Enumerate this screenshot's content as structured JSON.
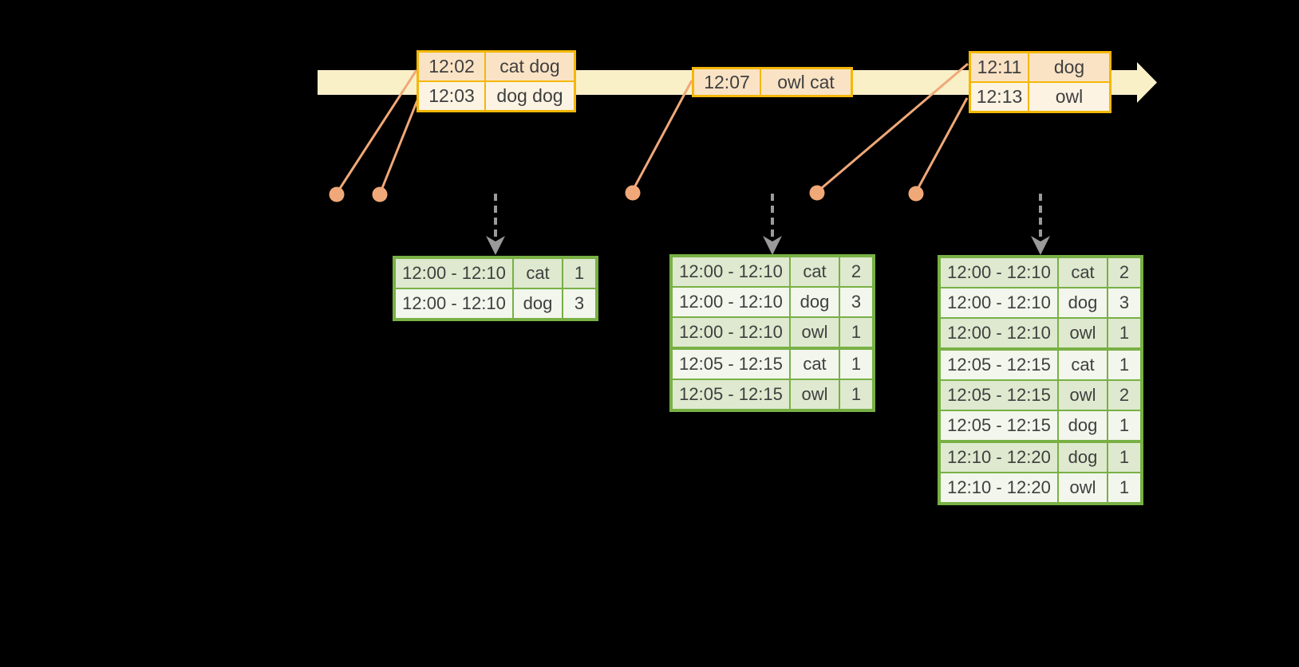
{
  "diagram": {
    "kind": "windowed-grouped-aggregation-timeline",
    "colors": {
      "background": "#000000",
      "timeline_band": "#FAF0C8",
      "event_box_border": "#F4B708",
      "event_row_dark": "#FAE3C5",
      "event_row_light": "#FDF3E3",
      "event_marker": "#F0A878",
      "trigger_arrow": "#9A9A9A",
      "result_table_border": "#78B045",
      "result_row_dark": "#DEE9CF",
      "result_row_light": "#F2F6ED",
      "text": "#3F3F3F"
    }
  },
  "timeline": {
    "event_boxes": [
      {
        "rows": [
          {
            "time": "12:02",
            "words": "cat dog"
          },
          {
            "time": "12:03",
            "words": "dog dog"
          }
        ]
      },
      {
        "rows": [
          {
            "time": "12:07",
            "words": "owl cat"
          }
        ]
      },
      {
        "rows": [
          {
            "time": "12:11",
            "words": "dog"
          },
          {
            "time": "12:13",
            "words": "owl"
          }
        ]
      }
    ]
  },
  "result_tables": [
    {
      "rows": [
        {
          "window": "12:00 - 12:10",
          "word": "cat",
          "count": "1"
        },
        {
          "window": "12:00 - 12:10",
          "word": "dog",
          "count": "3"
        }
      ]
    },
    {
      "rows": [
        {
          "window": "12:00 - 12:10",
          "word": "cat",
          "count": "2"
        },
        {
          "window": "12:00 - 12:10",
          "word": "dog",
          "count": "3"
        },
        {
          "window": "12:00 - 12:10",
          "word": "owl",
          "count": "1"
        },
        {
          "window": "12:05 - 12:15",
          "word": "cat",
          "count": "1"
        },
        {
          "window": "12:05 - 12:15",
          "word": "owl",
          "count": "1"
        }
      ]
    },
    {
      "rows": [
        {
          "window": "12:00 - 12:10",
          "word": "cat",
          "count": "2"
        },
        {
          "window": "12:00 - 12:10",
          "word": "dog",
          "count": "3"
        },
        {
          "window": "12:00 - 12:10",
          "word": "owl",
          "count": "1"
        },
        {
          "window": "12:05 - 12:15",
          "word": "cat",
          "count": "1"
        },
        {
          "window": "12:05 - 12:15",
          "word": "owl",
          "count": "2"
        },
        {
          "window": "12:05 - 12:15",
          "word": "dog",
          "count": "1"
        },
        {
          "window": "12:10 - 12:20",
          "word": "dog",
          "count": "1"
        },
        {
          "window": "12:10 - 12:20",
          "word": "owl",
          "count": "1"
        }
      ]
    }
  ]
}
